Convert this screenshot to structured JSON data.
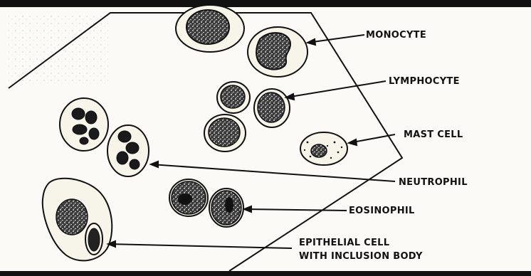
{
  "labels": {
    "monocyte": "MONOCYTE",
    "lymphocyte": "LYMPHOCYTE",
    "mast_cell": "MAST CELL",
    "neutrophil": "NEUTROPHIL",
    "eosinophil": "EOSINOPHIL",
    "epithelial_line1": "EPITHELIAL CELL",
    "epithelial_line2": "WITH INCLUSION BODY"
  },
  "colors": {
    "ink": "#111111",
    "paper": "#fbfaf6",
    "cytoplasm": "#f7f4ea"
  }
}
